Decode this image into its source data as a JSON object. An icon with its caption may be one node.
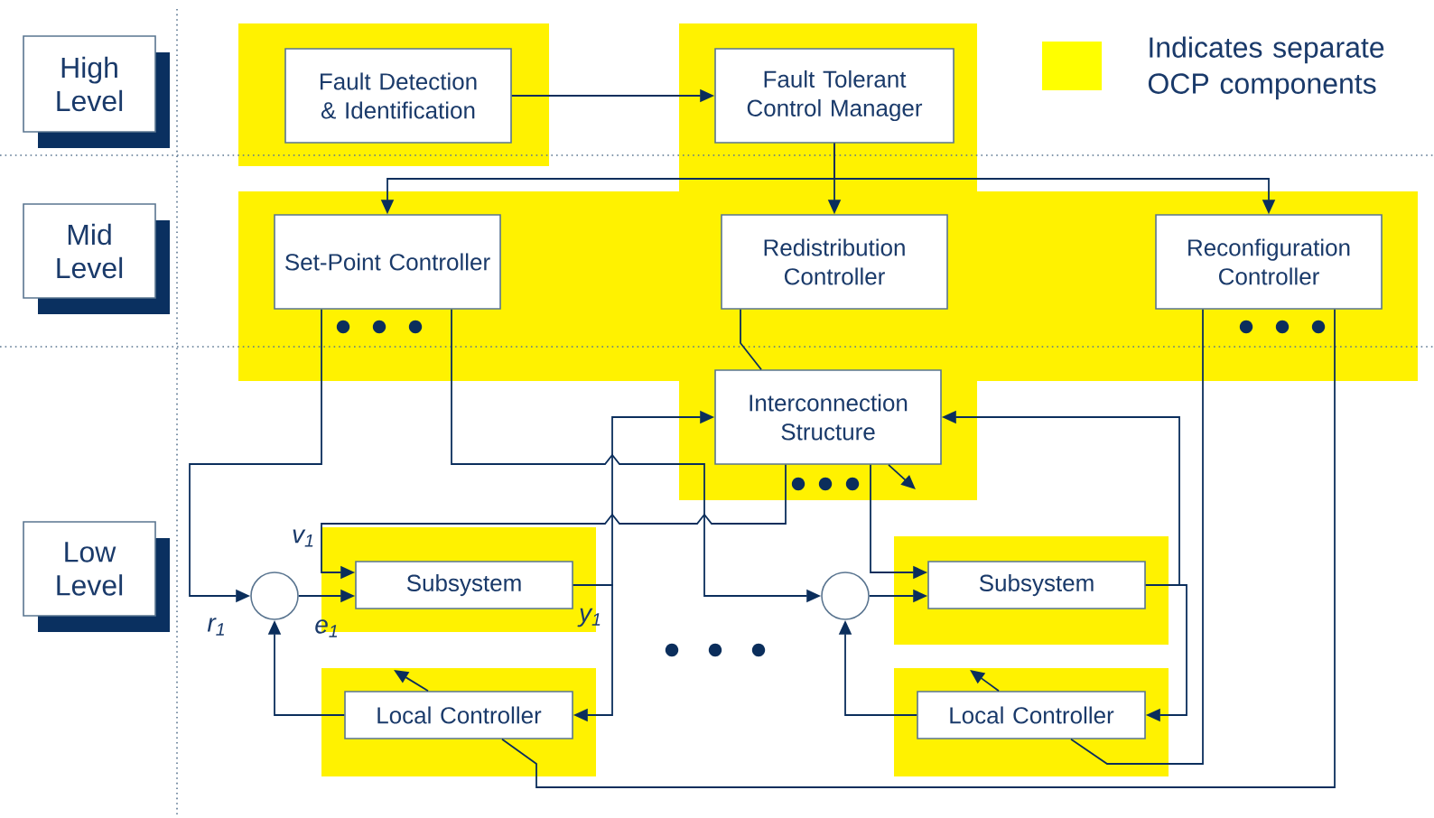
{
  "diagram": {
    "nodes": [
      {
        "text": [
          "High Level"
        ]
      },
      {
        "text": [
          "Mid Level"
        ]
      },
      {
        "text": [
          "Low Level"
        ]
      },
      {
        "text": [
          "Fault Detection & Identification"
        ]
      },
      {
        "text": [
          "Fault Tolerant Control Manager"
        ]
      },
      {
        "text": [
          "Set-Point Controller"
        ]
      },
      {
        "text": [
          "Redistribution Controller"
        ]
      },
      {
        "text": [
          "Reconfiguration Controller"
        ]
      },
      {
        "text": [
          "Interconnection Structure"
        ]
      },
      {
        "text": [],
        "shape": "circle"
      },
      {
        "text": [
          "Subsystem"
        ]
      },
      {
        "text": [
          "Local Controller"
        ]
      },
      {
        "text": [],
        "shape": "circle"
      },
      {
        "text": [
          "Subsystem"
        ]
      },
      {
        "text": [
          "Local Controller"
        ]
      }
    ],
    "edges": [
      {
        "from": 3,
        "to": 4,
        "arrow": "to"
      },
      {
        "from": 4,
        "to": 5,
        "arrow": "to"
      },
      {
        "from": 4,
        "to": 6,
        "arrow": "to"
      },
      {
        "from": 4,
        "to": 7,
        "arrow": "to"
      },
      {
        "from": 5,
        "to": 9,
        "arrow": "to"
      },
      {
        "from": 5,
        "to": 12,
        "arrow": "to"
      },
      {
        "from": 6,
        "to": 8,
        "arrow": "none"
      },
      {
        "from": 8,
        "to": 10,
        "arrow": "to"
      },
      {
        "from": 8,
        "to": 13,
        "arrow": "to"
      },
      {
        "from": 8,
        "to": null,
        "arrow": "to"
      },
      {
        "from": 9,
        "to": 10,
        "arrow": "to"
      },
      {
        "from": 10,
        "to": 11,
        "arrow": "to"
      },
      {
        "from": 10,
        "to": 8,
        "arrow": "to"
      },
      {
        "from": 11,
        "to": 9,
        "arrow": "to"
      },
      {
        "from": 11,
        "to": null,
        "arrow": "to"
      },
      {
        "from": 11,
        "to": 7,
        "arrow": "none"
      },
      {
        "from": 13,
        "to": 14,
        "arrow": "to"
      },
      {
        "from": 13,
        "to": 8,
        "arrow": "to"
      },
      {
        "from": 14,
        "to": 12,
        "arrow": "to"
      },
      {
        "from": 14,
        "to": null,
        "arrow": "to"
      },
      {
        "from": 14,
        "to": 7,
        "arrow": "none"
      },
      {
        "from": 12,
        "to": 13,
        "arrow": "to"
      }
    ],
    "labels": [
      "v$_{1}$",
      "r$_{1}$",
      "e$_{1}$",
      "y$_{1}$"
    ],
    "legend": [
      {
        "text": "Indicates separate OCP components",
        "color": "#ffff00"
      }
    ]
  }
}
